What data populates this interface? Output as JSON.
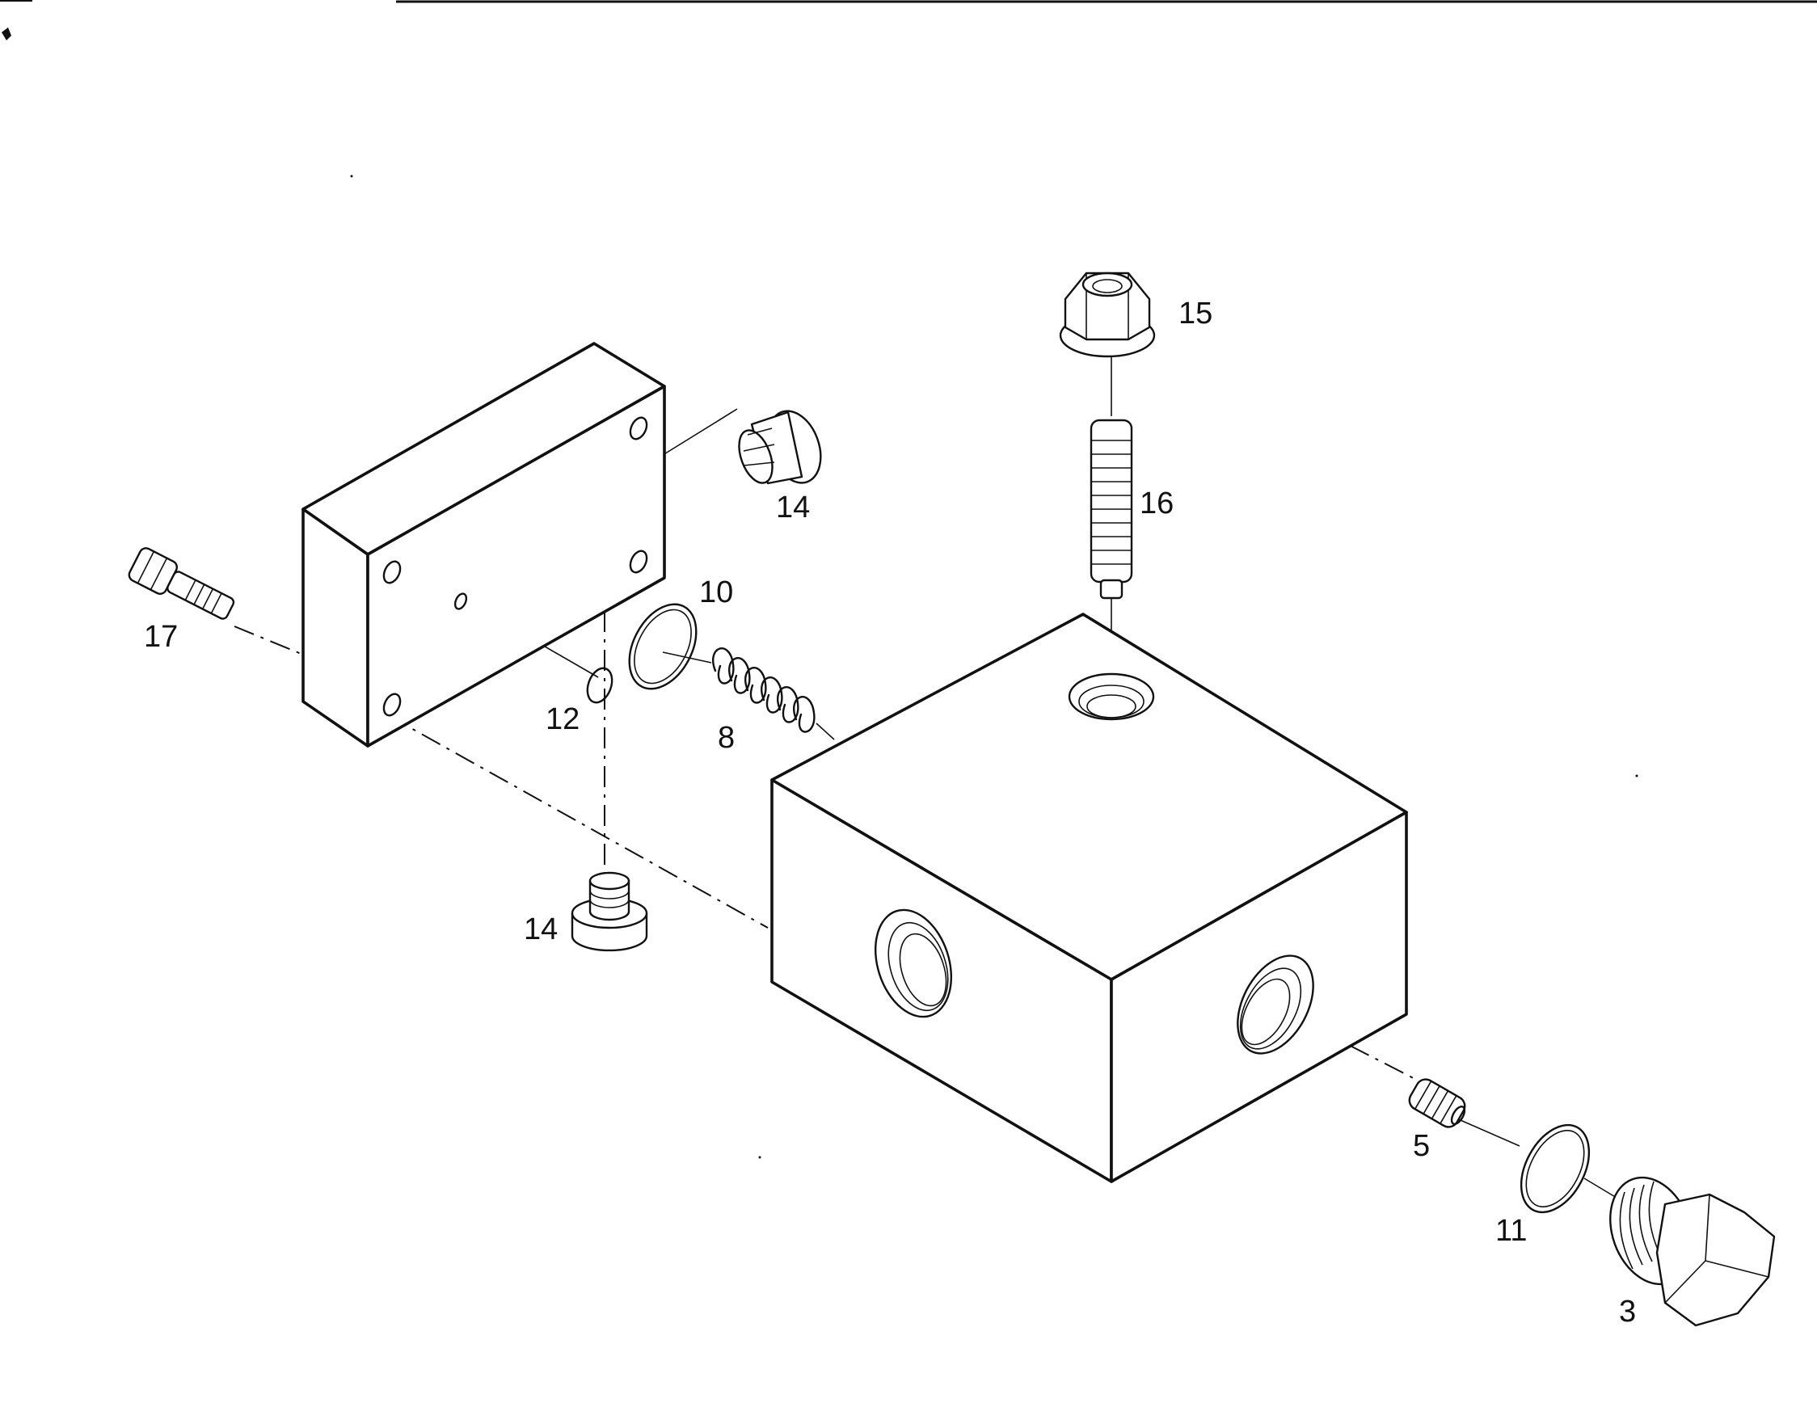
{
  "diagram": {
    "callouts": {
      "c3": "3",
      "c5": "5",
      "c8": "8",
      "c10": "10",
      "c11": "11",
      "c12": "12",
      "c14_upper": "14",
      "c14_lower": "14",
      "c15": "15",
      "c16": "16",
      "c17": "17"
    }
  }
}
